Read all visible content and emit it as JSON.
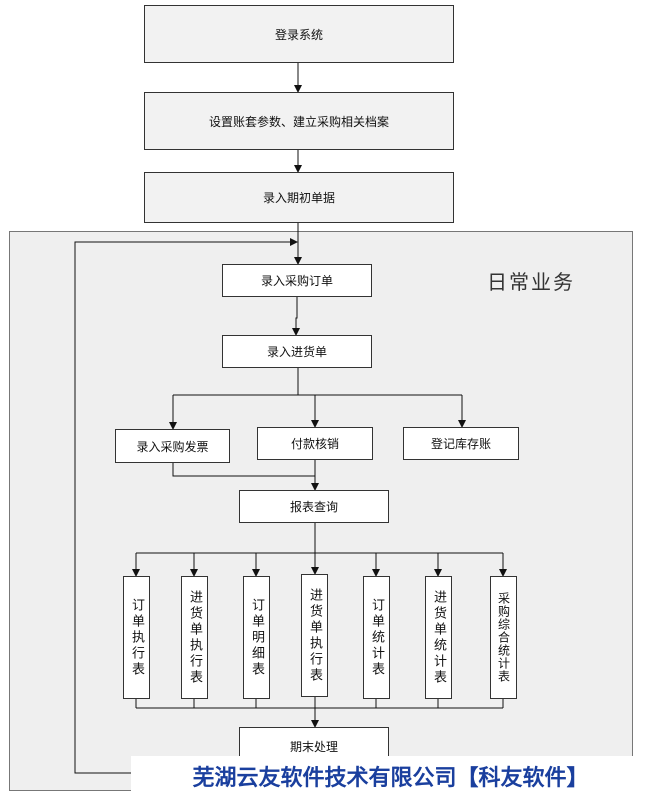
{
  "steps": {
    "login": "登录系统",
    "setup": "设置账套参数、建立采购相关档案",
    "initial": "录入期初单据"
  },
  "daily": {
    "label": "日常业务",
    "order": "录入采购订单",
    "receipt": "录入进货单",
    "invoice": "录入采购发票",
    "payment": "付款核销",
    "inventory": "登记库存账",
    "query": "报表查询",
    "reports": [
      "订单执行表",
      "进货单执行表",
      "订单明细表",
      "进货单执行表",
      "订单统计表",
      "进货单统计表",
      "采购综合统计表"
    ],
    "period_end": "期末处理"
  },
  "footer": "芜湖云友软件技术有限公司【科友软件】"
}
